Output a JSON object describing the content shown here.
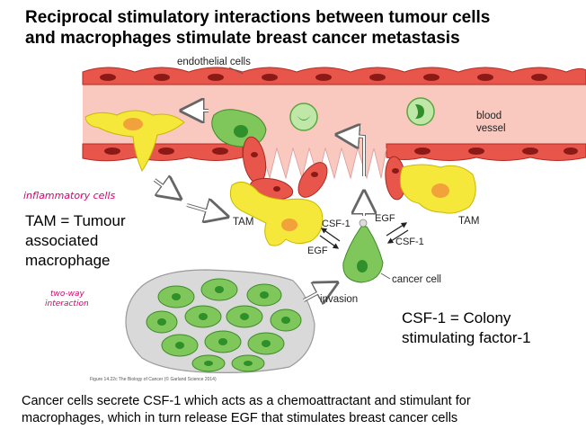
{
  "title": {
    "line1": "Reciprocal stimulatory interactions between tumour cells",
    "line2": "and macrophages stimulate breast cancer metastasis"
  },
  "labels": {
    "endothelial": "endothelial cells",
    "blood1": "blood",
    "blood2": "vessel",
    "tam_left": "TAM",
    "tam_right": "TAM",
    "csf_left": "CSF-1",
    "egf_left": "EGF",
    "egf_right": "EGF",
    "csf_right": "CSF-1",
    "cancer_cell": "cancer cell",
    "invasion": "invasion"
  },
  "annotations": {
    "inflammatory": "inflammatory cells",
    "twoway1": "two-way",
    "twoway2": "interaction"
  },
  "definitions": {
    "tam1": "TAM = Tumour",
    "tam2": "associated",
    "tam3": "macrophage",
    "csf1": "CSF-1 = Colony",
    "csf2": "stimulating factor-1"
  },
  "figure_credit": "Figure 14.22c The Biology of Cancer (© Garland Science 2014)",
  "caption": {
    "line1": "Cancer cells secrete CSF-1 which acts as a chemoattractant and stimulant for",
    "line2": "macrophages, which in turn release EGF that stimulates breast cancer cells"
  },
  "colors": {
    "vessel": "#f9c8bf",
    "endothelial": "#e8554a",
    "macrophage": "#f5e83a",
    "cancer": "#7fc75a",
    "nucleus_dark": "#2f8f2a",
    "tumour_lump_bg": "#d9d9d9",
    "annotation": "#d6006f"
  }
}
